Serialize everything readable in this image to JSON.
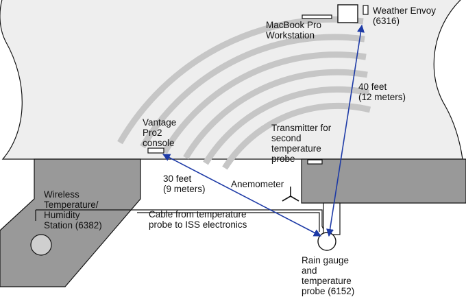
{
  "colors": {
    "building_fill": "#eeeeee",
    "ground_fill": "#999999",
    "range_arcs": "#c6c6c6",
    "outline": "#111111",
    "arrow": "#1d3aa6",
    "device_fill": "#ffffff"
  },
  "labels": {
    "weather_envoy": "Weather Envoy\n(6316)",
    "macbook": "MacBook Pro\nWorkstation",
    "forty_feet": "40 feet\n(12 meters)",
    "vantage_console": "Vantage\nPro2\nconsole",
    "transmitter": "Transmitter for\nsecond\ntemperature\nprobe",
    "thirty_feet": "30 feet\n(9 meters)",
    "anemometer": "Anemometer",
    "wireless_station": "Wireless\nTemperature/\nHumidity\nStation (6382)",
    "cable": "Cable from temperature\nprobe to ISS electronics",
    "rain_gauge": "Rain gauge\nand\ntemperature\nprobe (6152)"
  }
}
